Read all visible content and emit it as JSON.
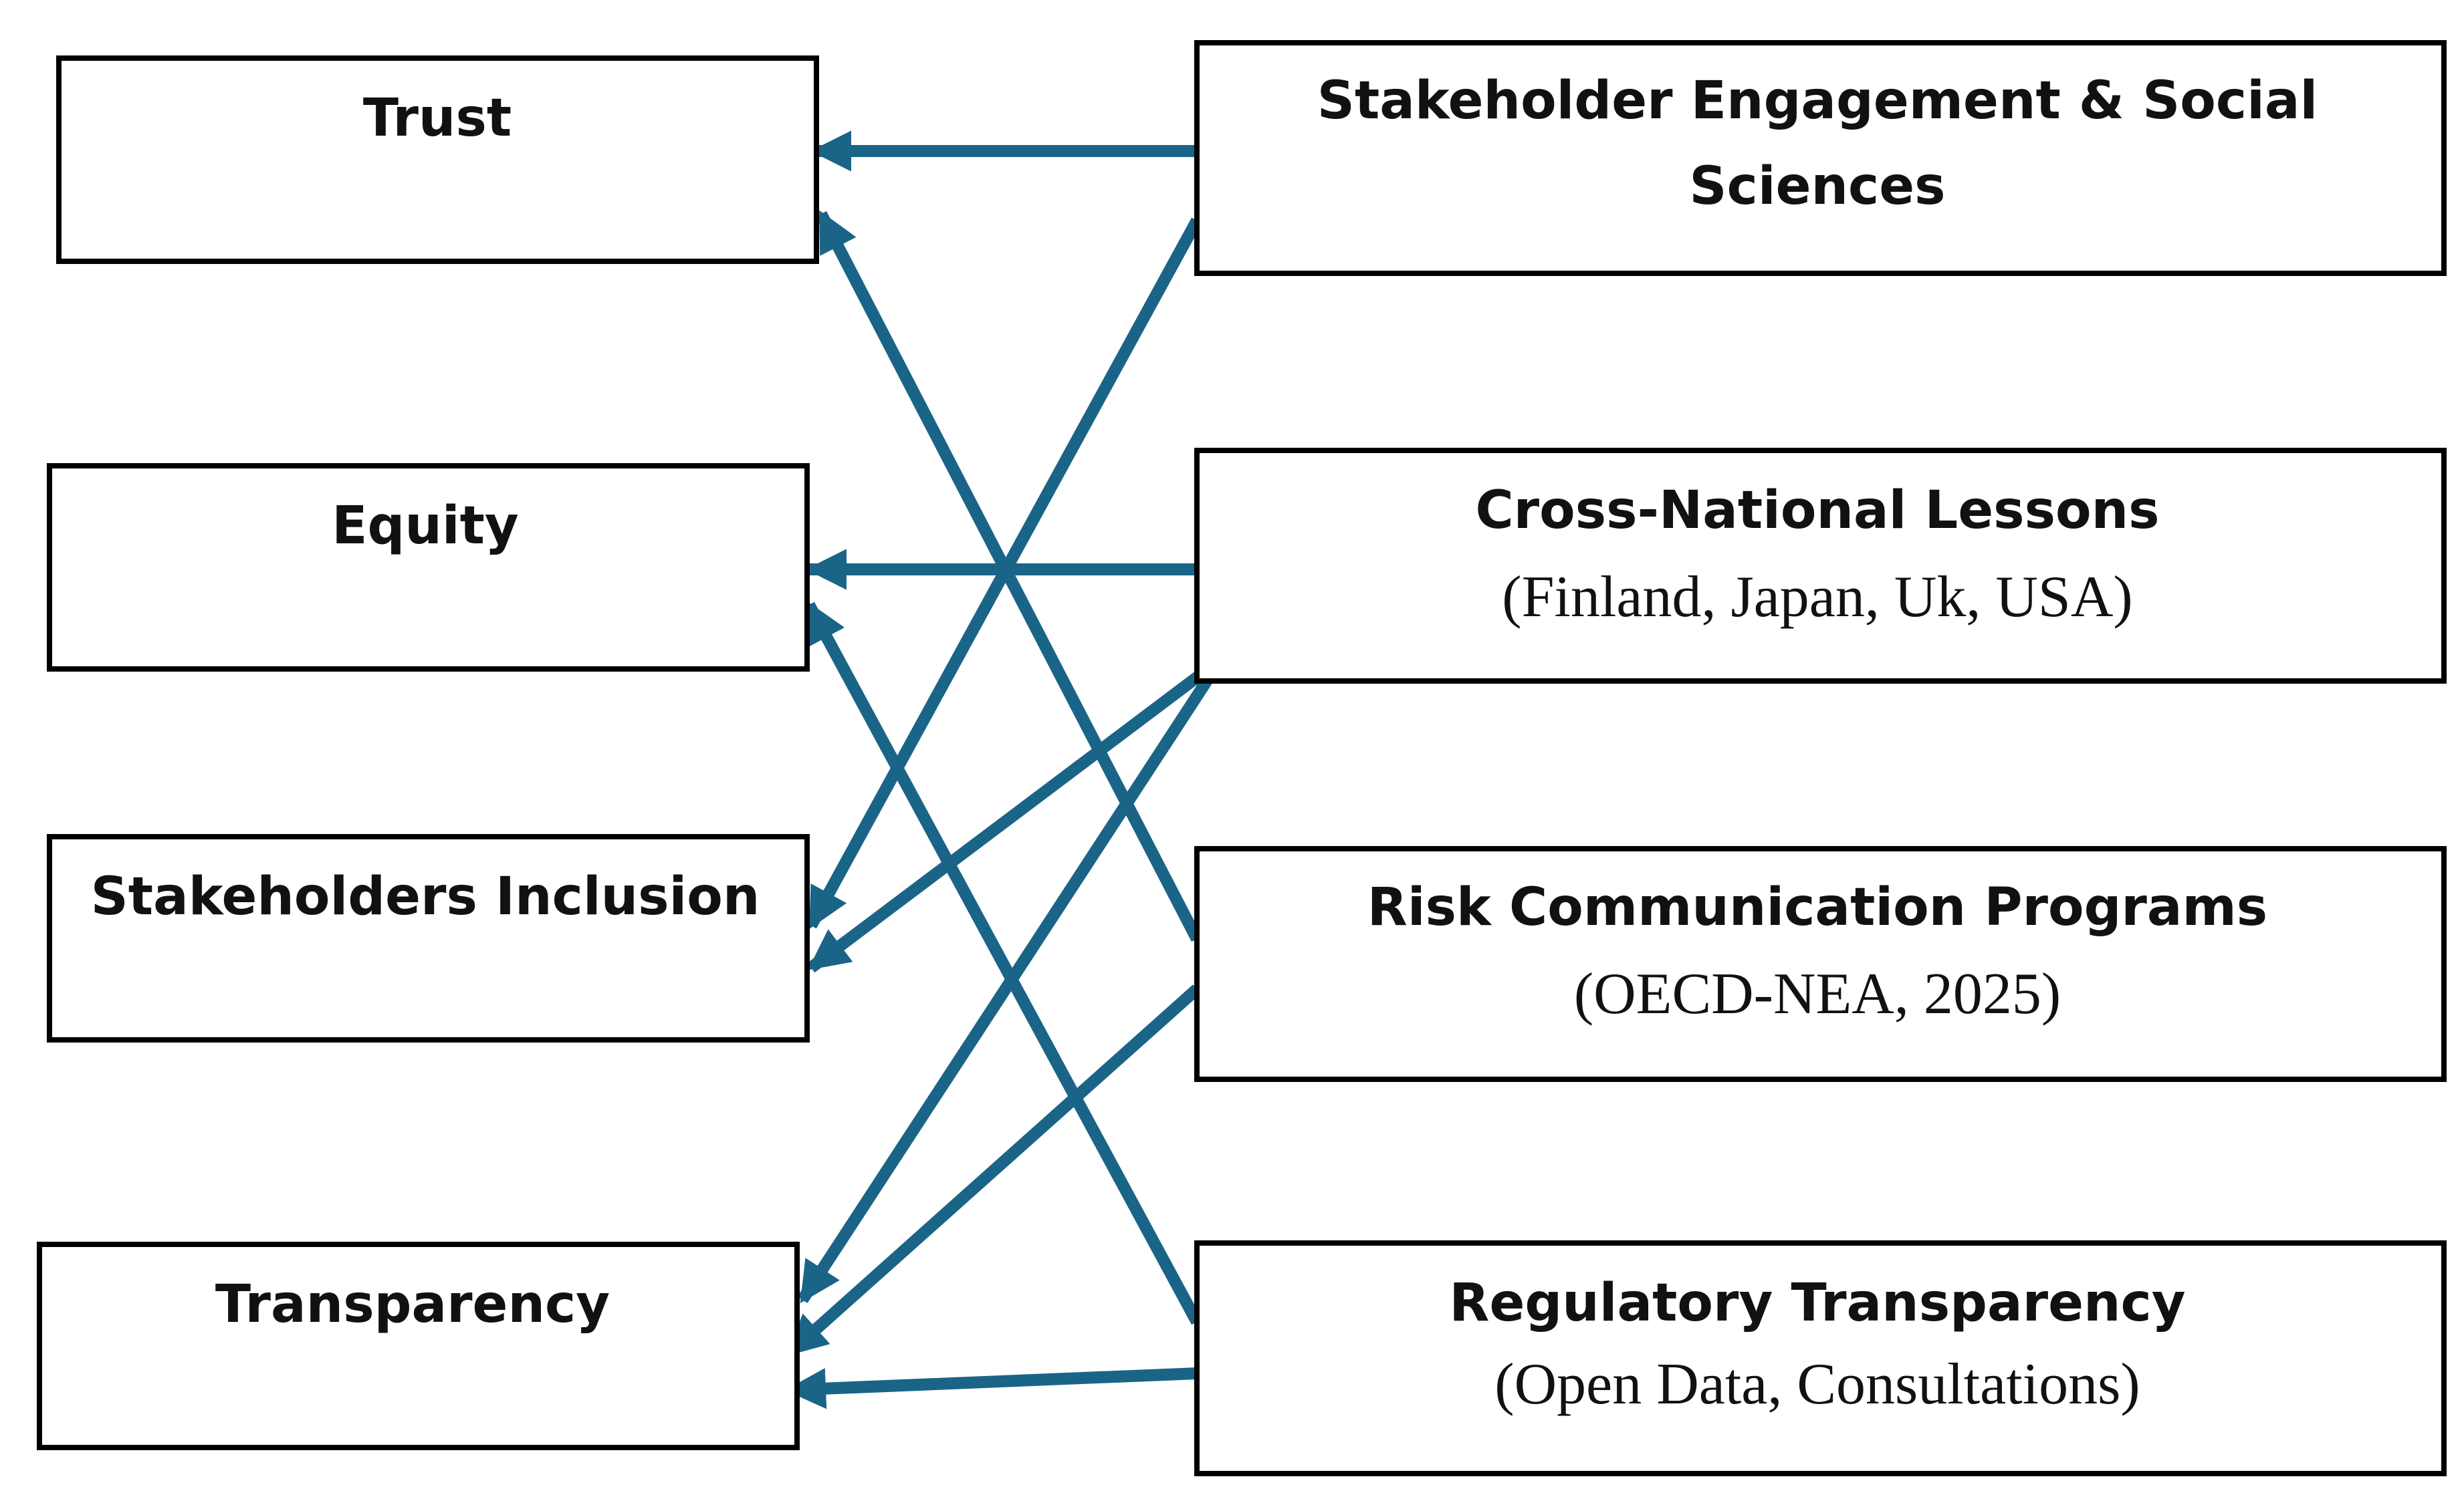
{
  "colors": {
    "arrow": "#1a6488",
    "border": "#000000",
    "text": "#111111",
    "background": "#ffffff"
  },
  "outcomes": {
    "trust": {
      "title": "Trust"
    },
    "equity": {
      "title": "Equity"
    },
    "inclusion": {
      "title": "Stakeholders Inclusion"
    },
    "transparency": {
      "title": "Transparency"
    }
  },
  "sources": {
    "stakeholder_engagement": {
      "title_line1": "Stakeholder Engagement & Social",
      "title_line2": "Sciences"
    },
    "cross_national": {
      "title": "Cross-National Lessons",
      "subtitle": "(Finland, Japan, Uk, USA)"
    },
    "risk_communication": {
      "title": "Risk Communication Programs",
      "subtitle": "(OECD-NEA, 2025)"
    },
    "regulatory": {
      "title": "Regulatory Transparency",
      "subtitle": "(Open Data, Consultations)"
    }
  },
  "edges": [
    {
      "from": "stakeholder_engagement",
      "to": "trust"
    },
    {
      "from": "stakeholder_engagement",
      "to": "inclusion"
    },
    {
      "from": "cross_national",
      "to": "equity"
    },
    {
      "from": "cross_national",
      "to": "inclusion"
    },
    {
      "from": "cross_national",
      "to": "transparency"
    },
    {
      "from": "risk_communication",
      "to": "trust"
    },
    {
      "from": "risk_communication",
      "to": "transparency"
    },
    {
      "from": "regulatory",
      "to": "equity"
    },
    {
      "from": "regulatory",
      "to": "transparency"
    }
  ]
}
